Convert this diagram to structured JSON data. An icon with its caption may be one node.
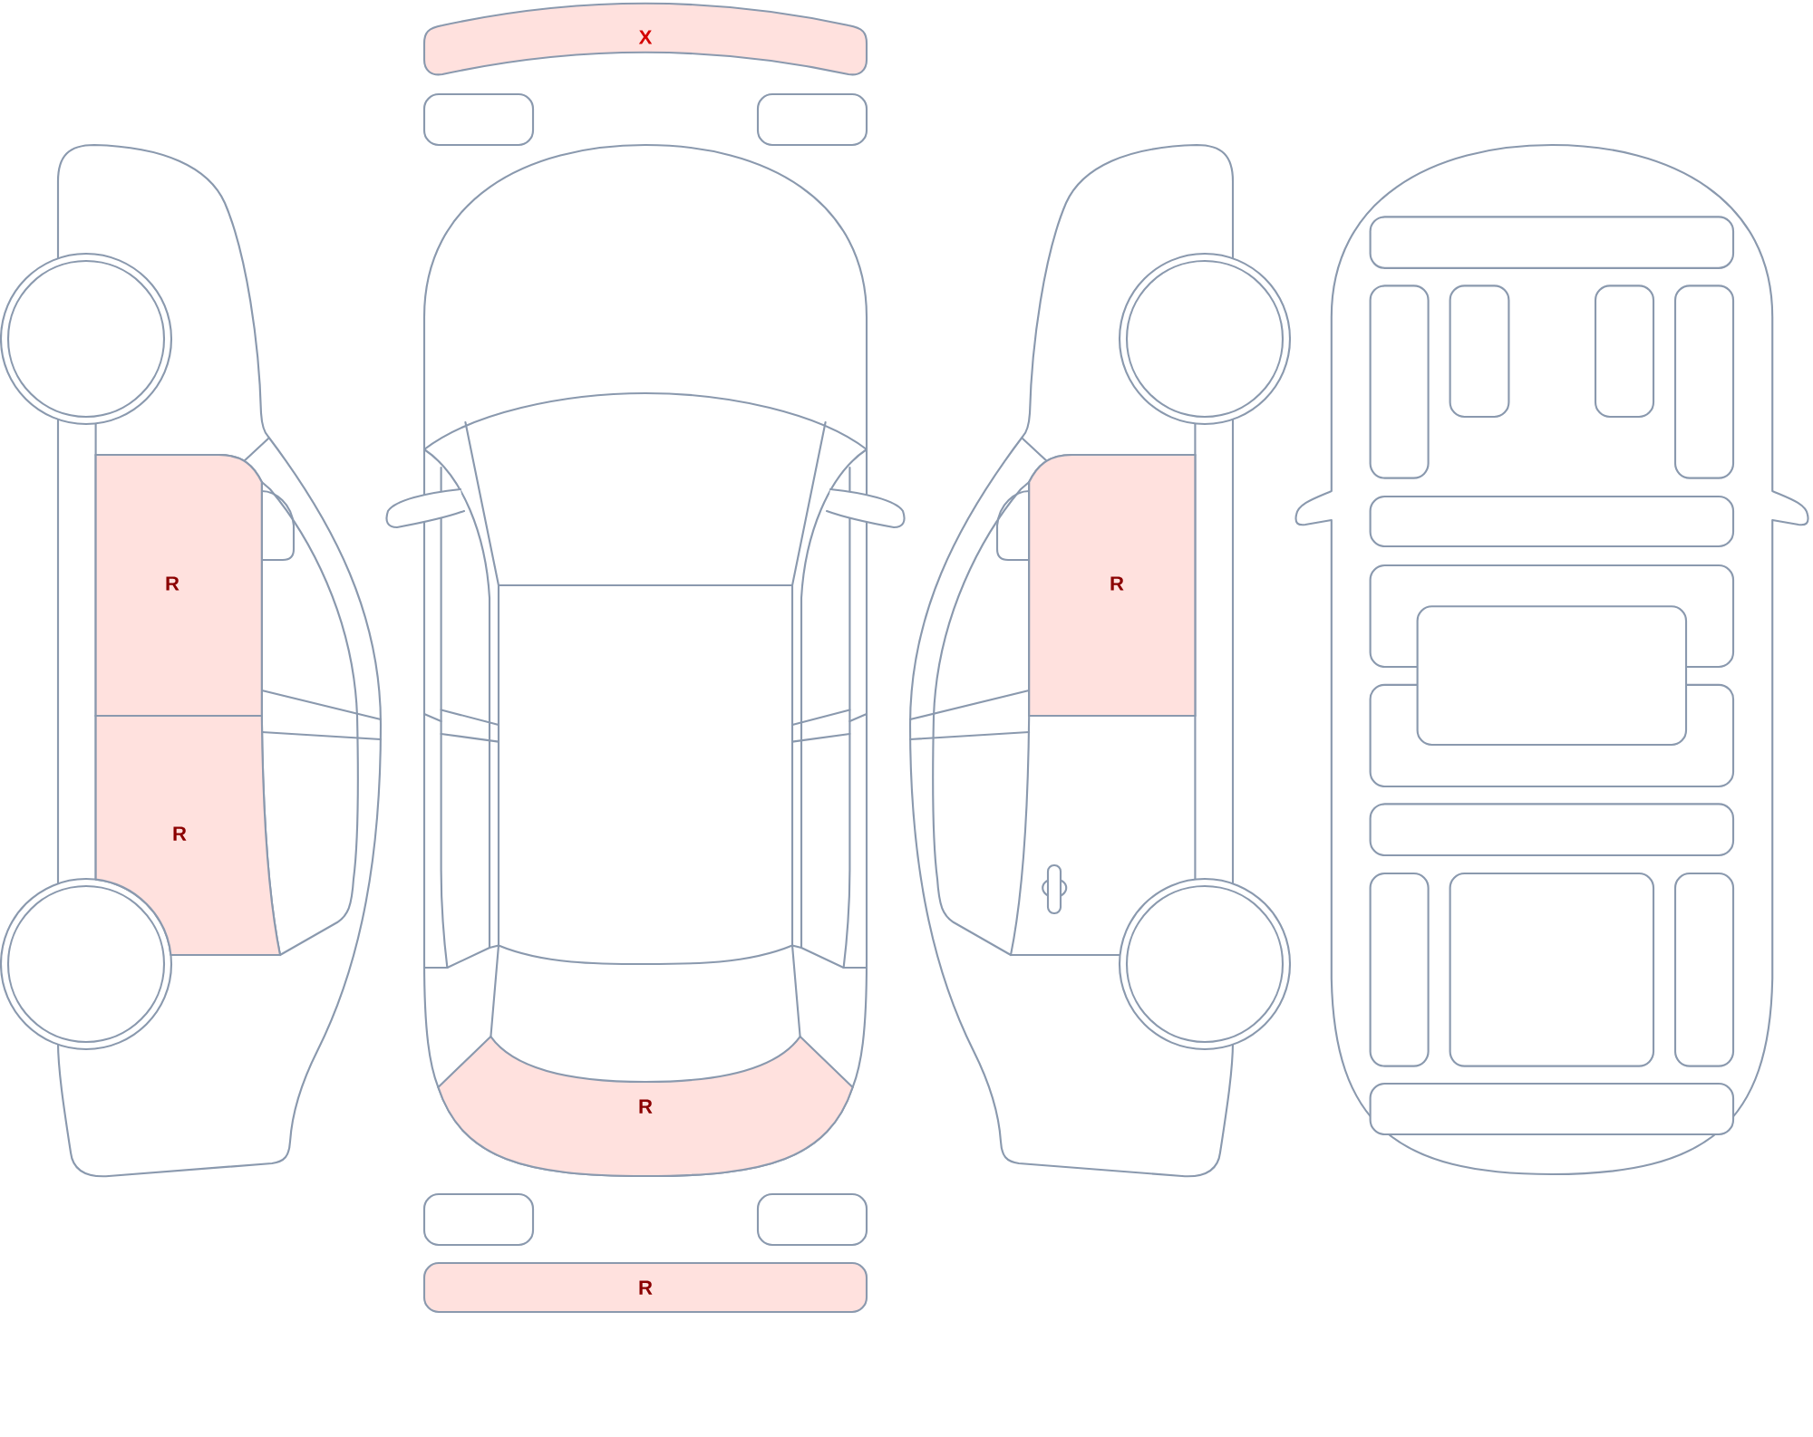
{
  "diagram": {
    "nodes": [
      {
        "text": [
          "X"
        ]
      },
      {
        "text": [
          "R"
        ]
      },
      {
        "text": [
          "R"
        ]
      },
      {
        "text": [
          "R"
        ]
      },
      {
        "text": [
          "R"
        ]
      },
      {
        "text": [
          "R"
        ]
      }
    ]
  }
}
